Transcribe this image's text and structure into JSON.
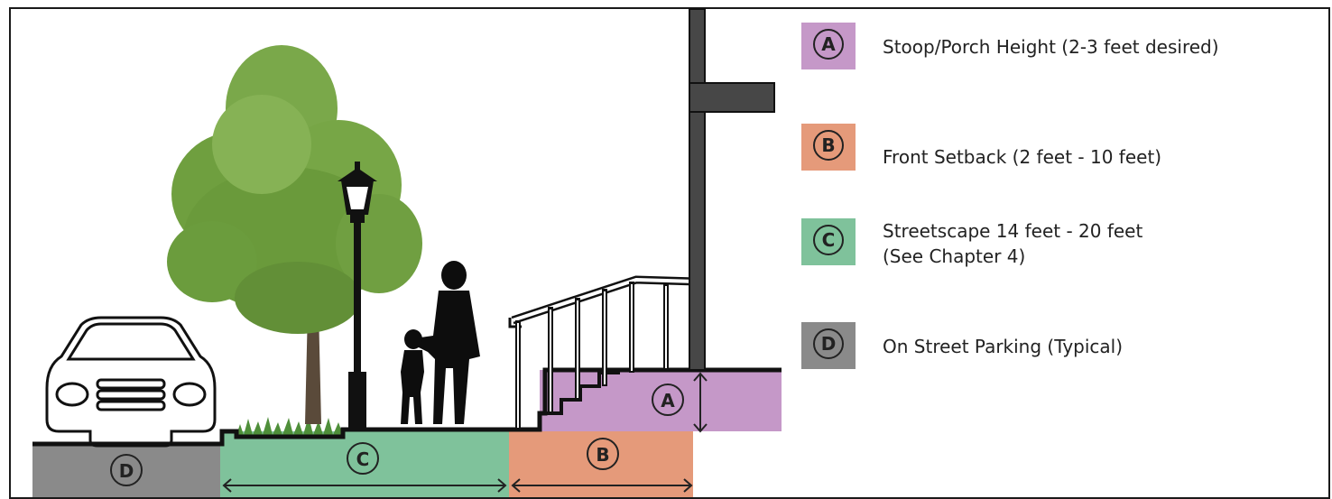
{
  "legend": {
    "a": {
      "letter": "A",
      "text": "Stoop/Porch Height (2-3 feet desired)",
      "color": "#c598c8"
    },
    "b": {
      "letter": "B",
      "text": "Front Setback (2 feet - 10 feet)",
      "color": "#e59a7a"
    },
    "c": {
      "letter": "C",
      "line1": "Streetscape 14 feet - 20 feet",
      "line2": "(See Chapter 4)",
      "color": "#7fc29b"
    },
    "d": {
      "letter": "D",
      "text": "On Street Parking (Typical)",
      "color": "#8a8a8a"
    }
  },
  "diagram_labels": {
    "a": "A",
    "b": "B",
    "c": "C",
    "d": "D"
  },
  "colors": {
    "ground_line": "#111111",
    "building": "#474747",
    "tree_foliage": "#6f9f3f",
    "grass": "#4f8f3a"
  },
  "icons": [
    "car-icon",
    "tree-icon",
    "street-lamp-icon",
    "pedestrian-silhouette-icon",
    "stair-railing-icon",
    "building-wall-icon"
  ]
}
